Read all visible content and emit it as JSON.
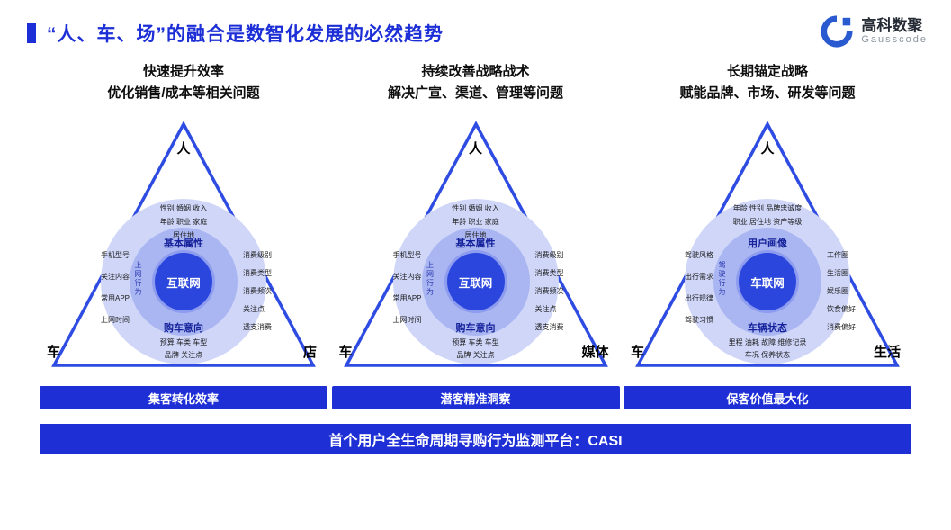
{
  "colors": {
    "accent": "#1c2ed6",
    "triangle_stroke": "#2e4ce2",
    "ring_outer": "#cfd6f8",
    "ring_mid": "#aab6f1",
    "center_circle": "#2b46dd",
    "banner": "#1e2fd6"
  },
  "slide": {
    "title": "“人、车、场”的融合是数智化发展的必然趋势",
    "bottom_banner": "首个用户全生命周期寻购行为监测平台：CASI"
  },
  "logo": {
    "name": "高科数聚",
    "subtitle": "Gausscode"
  },
  "columns": [
    {
      "heading1": "快速提升效率",
      "heading2": "优化销售/成本等相关问题",
      "vertices": {
        "top": "人",
        "left": "车",
        "right": "店"
      },
      "center": "互联网",
      "pill_top": "基本属性",
      "pill_bottom": "购车意向",
      "vertical_label": "上网行为",
      "clusters": {
        "top": [
          "性别 婚姻 收入",
          "年龄 职业 家庭",
          "居住地"
        ],
        "left": [
          "手机型号",
          "关注内容",
          "常用APP",
          "上网时间"
        ],
        "right": [
          "消费级别",
          "消费类型",
          "消费频次",
          "关注点",
          "透支消费"
        ],
        "bottom": [
          "预算 车类 车型",
          "品牌 关注点"
        ]
      },
      "banner": "集客转化效率"
    },
    {
      "heading1": "持续改善战略战术",
      "heading2": "解决广宣、渠道、管理等问题",
      "vertices": {
        "top": "人",
        "left": "车",
        "right": "媒体"
      },
      "center": "互联网",
      "pill_top": "基本属性",
      "pill_bottom": "购车意向",
      "vertical_label": "上网行为",
      "clusters": {
        "top": [
          "性别 婚姻 收入",
          "年龄 职业 家庭",
          "居住地"
        ],
        "left": [
          "手机型号",
          "关注内容",
          "常用APP",
          "上网时间"
        ],
        "right": [
          "消费级别",
          "消费类型",
          "消费频次",
          "关注点",
          "透支消费"
        ],
        "bottom": [
          "预算 车类 车型",
          "品牌 关注点"
        ]
      },
      "banner": "潜客精准洞察"
    },
    {
      "heading1": "长期锚定战略",
      "heading2": "赋能品牌、市场、研发等问题",
      "vertices": {
        "top": "人",
        "left": "车",
        "right": "生活"
      },
      "center": "车联网",
      "pill_top": "用户画像",
      "pill_bottom": "车辆状态",
      "vertical_label": "驾驶行为",
      "clusters": {
        "top": [
          "年龄 性别 品牌忠诚度",
          "职业 居住地 资产等级"
        ],
        "left": [
          "驾驶风格",
          "出行需求",
          "出行规律",
          "驾驶习惯"
        ],
        "right": [
          "工作圈",
          "生活圈",
          "娱乐圈",
          "饮食偏好",
          "消费偏好"
        ],
        "bottom": [
          "里程 油耗 故障 维修记录",
          "车况 保养状态"
        ]
      },
      "banner": "保客价值最大化"
    }
  ]
}
